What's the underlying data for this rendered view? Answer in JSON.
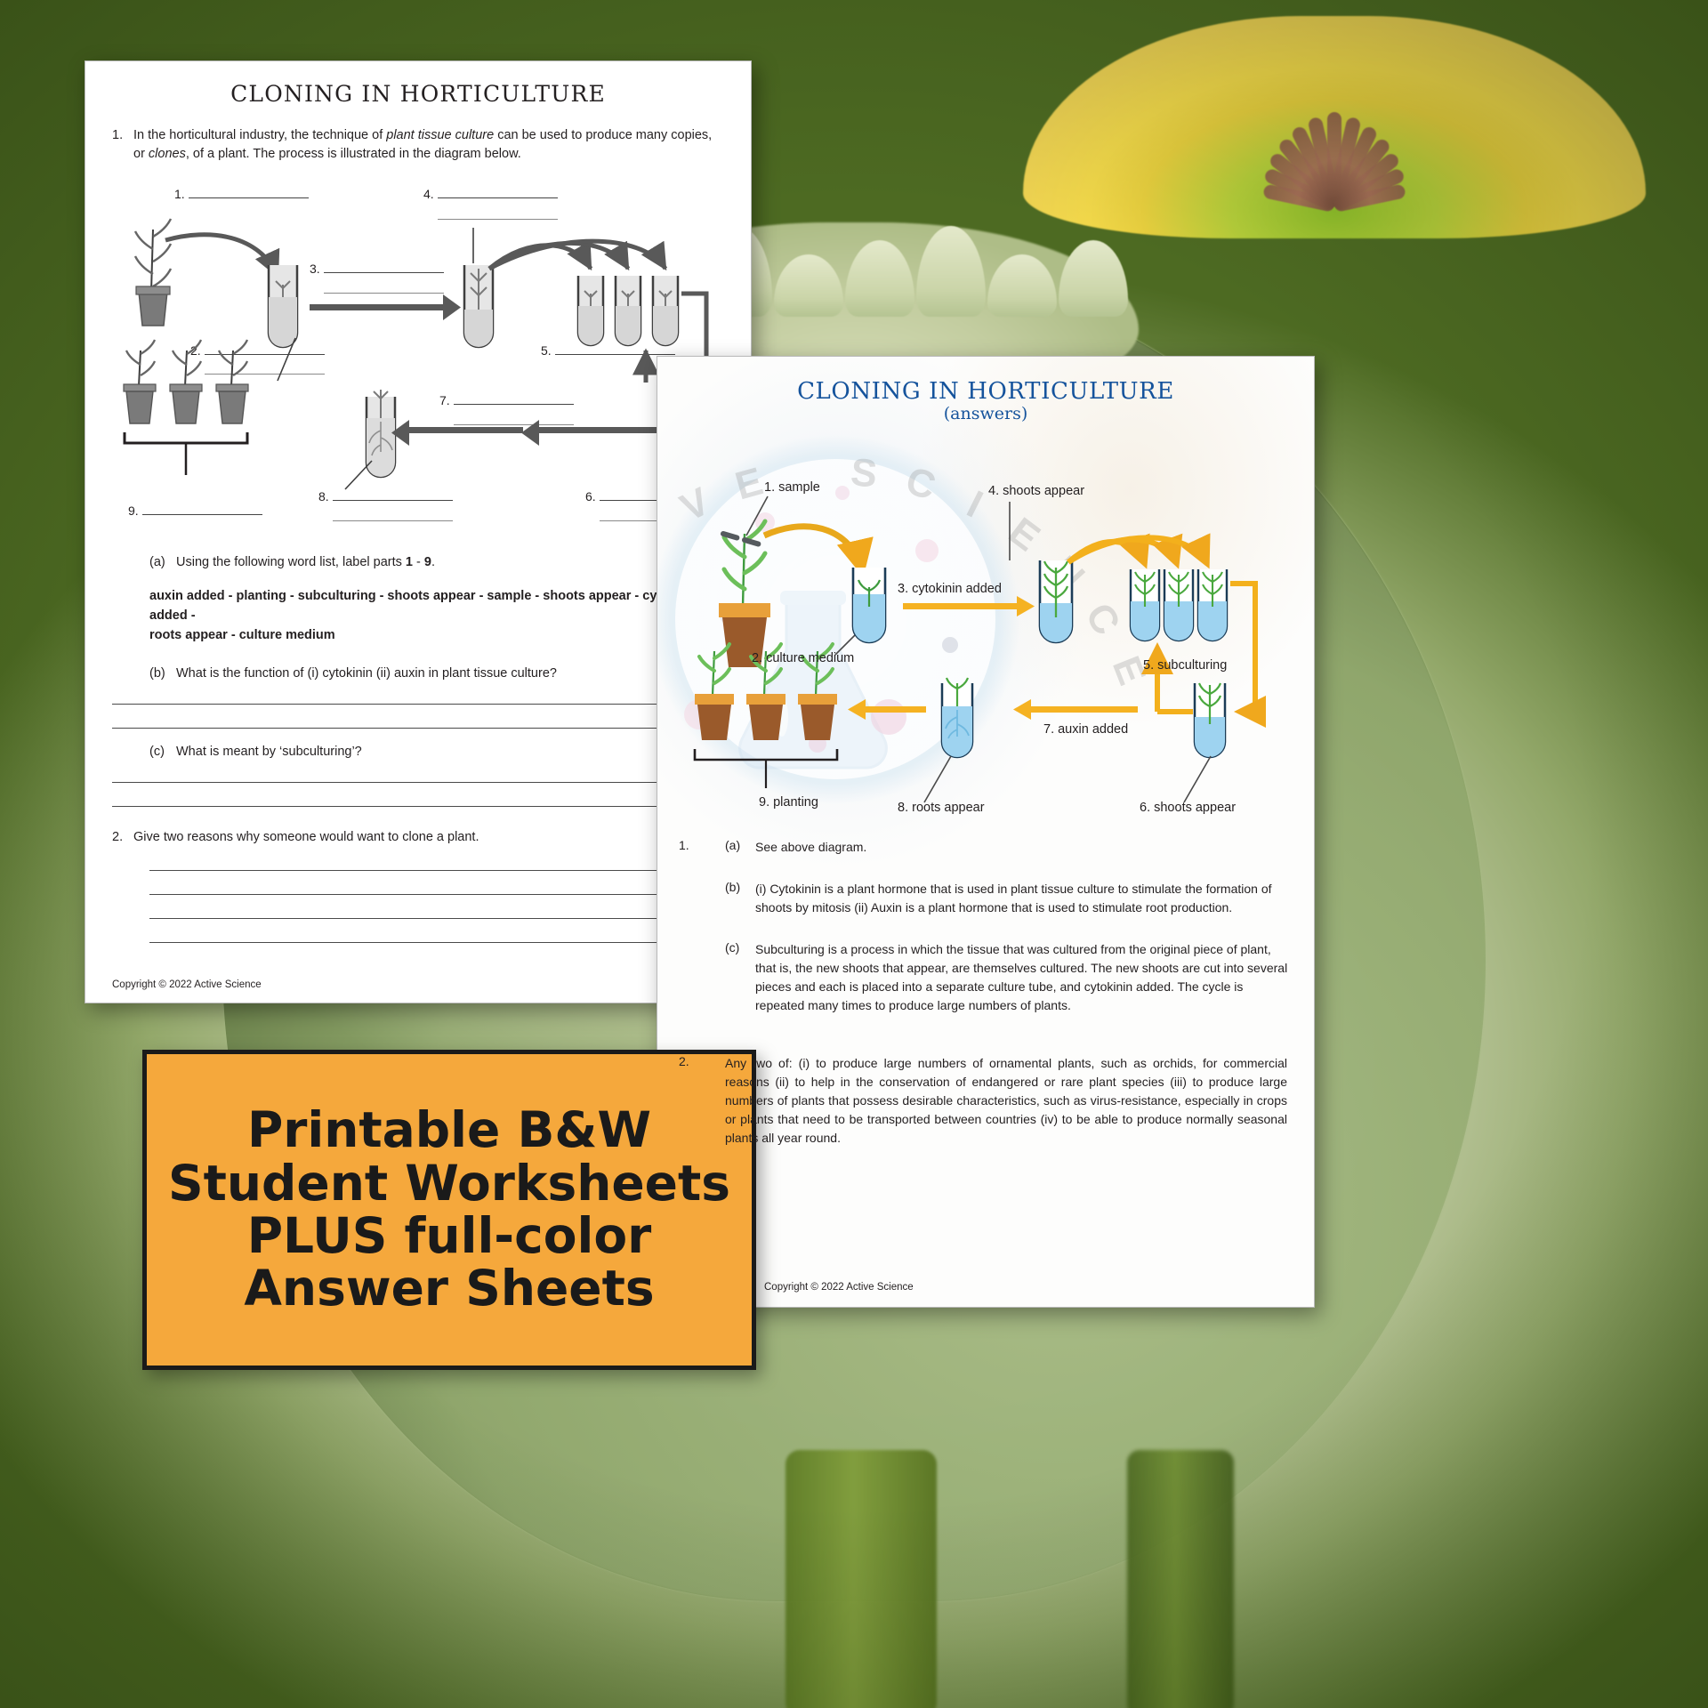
{
  "worksheet": {
    "title": "CLONING IN HORTICULTURE",
    "q1_num": "1.",
    "q1_part1": "In the horticultural industry, the technique of ",
    "q1_italic1": "plant tissue culture",
    "q1_part2": " can be used to produce many copies, or ",
    "q1_italic2": "clones",
    "q1_part3": ", of a plant. The process is illustrated in the diagram below.",
    "diagram_labels": [
      "1.",
      "2.",
      "3.",
      "4.",
      "5.",
      "6.",
      "7.",
      "8.",
      "9."
    ],
    "part_a_label": "(a)",
    "part_a_text_pre": "Using the following word list, label parts ",
    "part_a_bold1": "1",
    "part_a_dash": " - ",
    "part_a_bold2": "9",
    "part_a_end": ".",
    "wordlist_line1": "auxin added - planting - subculturing - shoots appear - sample - shoots appear - cytokinin added -",
    "wordlist_line2": "roots appear - culture medium",
    "part_b_label": "(b)",
    "part_b_text": "What is the function of (i) cytokinin (ii) auxin in plant tissue culture?",
    "part_c_label": "(c)",
    "part_c_text": "What is meant by ‘subculturing’?",
    "q2_num": "2.",
    "q2_text": "Give two reasons why someone would want to clone a plant.",
    "copyright": "Copyright © 2022 Active Science"
  },
  "answersheet": {
    "title": "CLONING IN HORTICULTURE",
    "subtitle": "(answers)",
    "title_color": "#15539c",
    "accent_color": "#f5b222",
    "watermark_text": "ACTIVE SCIENCE",
    "diagram_labels": [
      "1. sample",
      "2. culture medium",
      "3. cytokinin added",
      "4. shoots appear",
      "5. subculturing",
      "6. shoots appear",
      "7. auxin added",
      "8. roots appear",
      "9. planting"
    ],
    "ans1_num": "1.",
    "ans1a_label": "(a)",
    "ans1a_text": "See above diagram.",
    "ans1b_label": "(b)",
    "ans1b_text": "(i) Cytokinin is a plant hormone that is used in plant tissue culture to stimulate the formation of shoots by mitosis (ii) Auxin is a plant hormone that is used to stimulate root production.",
    "ans1c_label": "(c)",
    "ans1c_text": "Subculturing is a process in which the tissue that was cultured from the original piece of plant, that is, the new shoots that appear, are themselves cultured. The new shoots are cut into several pieces and each is placed into a separate culture tube, and cytokinin added. The cycle is repeated many times to produce large numbers of plants.",
    "ans2_num": "2.",
    "ans2_text": "Any two of: (i) to produce large numbers of ornamental plants, such as orchids, for commercial reasons (ii) to help in the conservation of endangered or rare plant species (iii) to produce large numbers of plants that possess desirable characteristics, such as virus-resistance, especially in crops or plants that need to be transported between countries (iv) to be able to produce normally seasonal plants all year round.",
    "copyright": "Copyright © 2022 Active Science"
  },
  "banner": {
    "line1": "Printable B&W",
    "line2": "Student Worksheets",
    "line3": "PLUS full-color",
    "line4": "Answer Sheets",
    "bg_color": "#f5a83c",
    "text_color": "#1a1a1a"
  }
}
